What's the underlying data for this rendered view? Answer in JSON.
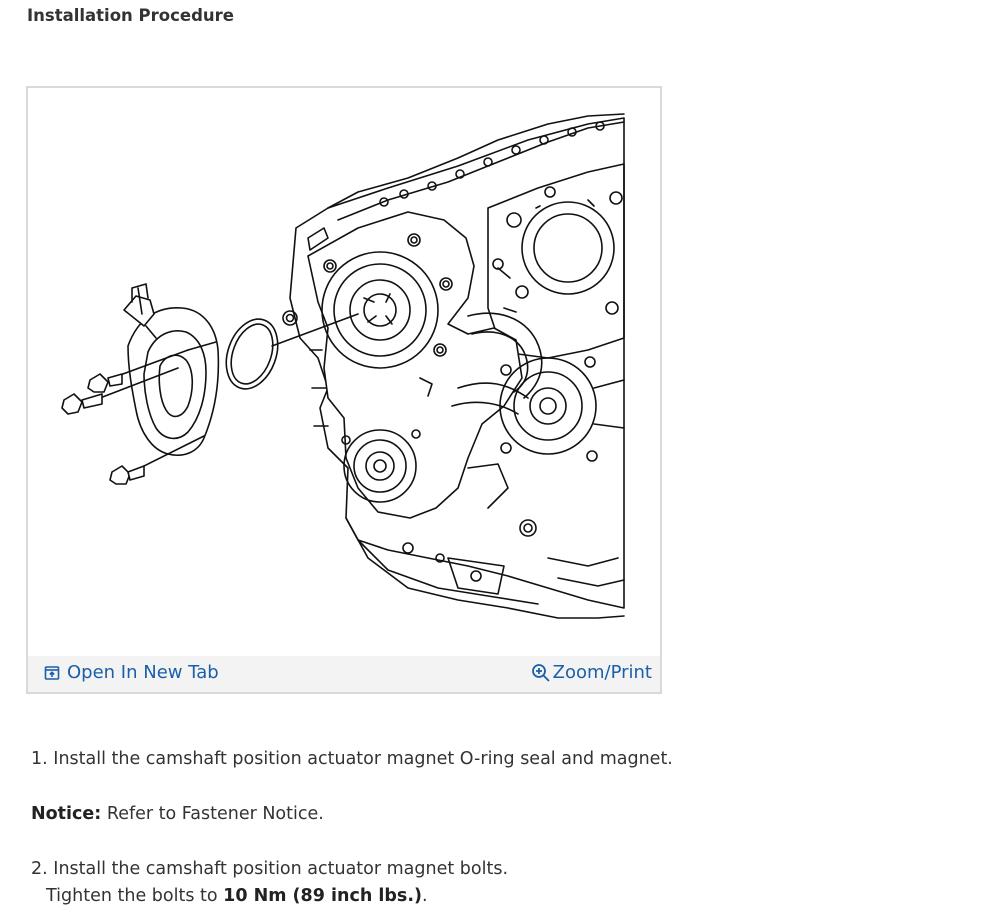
{
  "heading": "Installation Procedure",
  "figure": {
    "diagram_labels": [],
    "toolbar": {
      "open_in_new_tab": "Open In New Tab",
      "zoom_print": "Zoom/Print"
    },
    "link_color": "#1a5fa8"
  },
  "steps": [
    {
      "number": "1.",
      "text": "Install the camshaft position actuator magnet O-ring seal and magnet."
    },
    {
      "number": "2.",
      "text": "Install the camshaft position actuator magnet bolts.",
      "torque_prefix": "Tighten the bolts to ",
      "torque_value": "10 Nm (89 inch lbs.)",
      "torque_suffix": "."
    }
  ],
  "notice": {
    "label": "Notice:",
    "text": " Refer to Fastener Notice."
  }
}
